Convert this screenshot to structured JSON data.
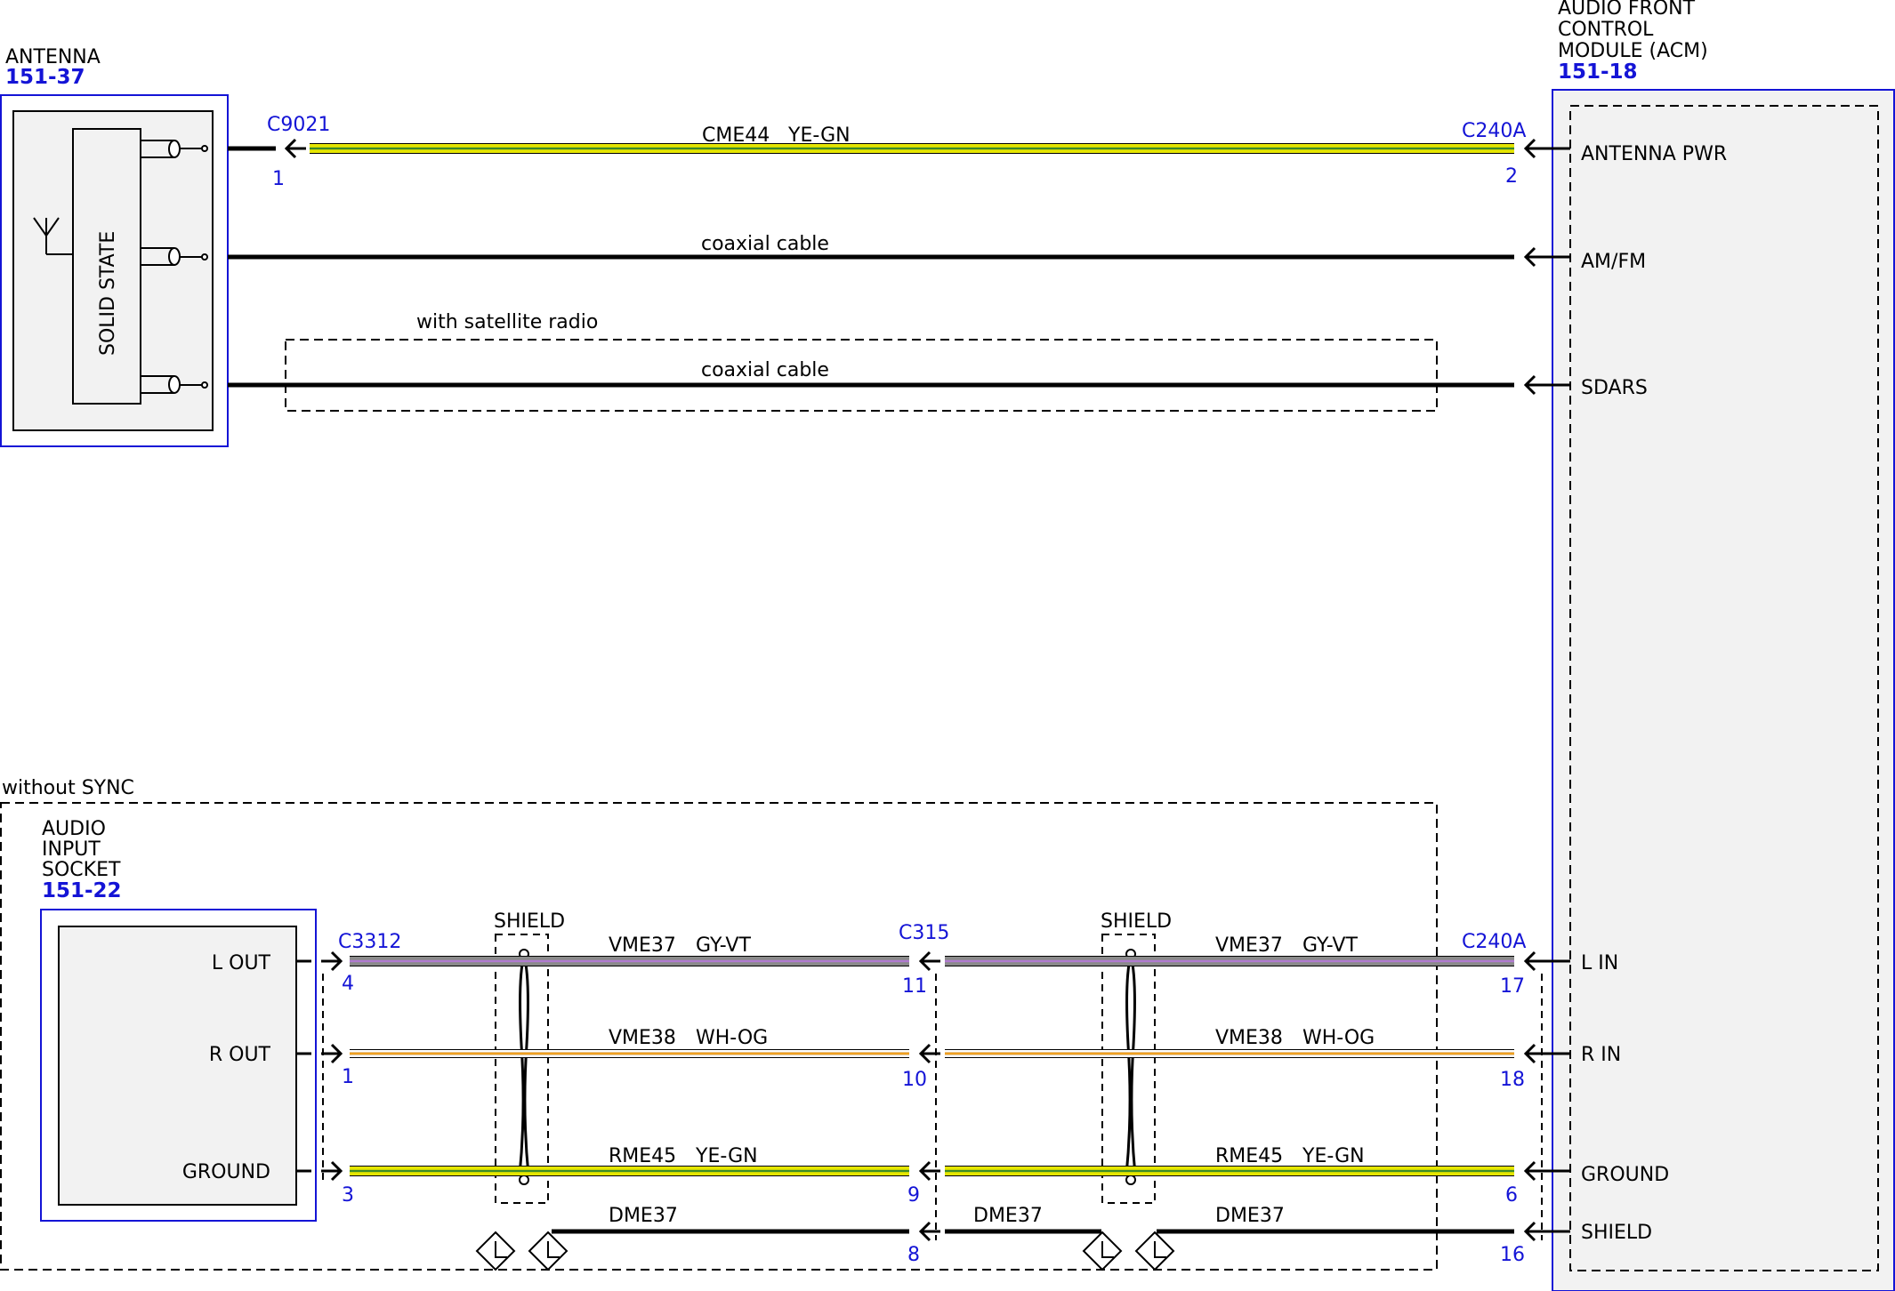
{
  "antenna": {
    "name": "ANTENNA",
    "ref": "151-37",
    "inner_label": "SOLID STATE"
  },
  "acm": {
    "name_lines": [
      "AUDIO FRONT",
      "CONTROL",
      "MODULE (ACM)"
    ],
    "ref": "151-18",
    "pins": {
      "antenna_pwr": "ANTENNA PWR",
      "am_fm": "AM/FM",
      "sdars": "SDARS",
      "l_in": "L IN",
      "r_in": "R IN",
      "ground": "GROUND",
      "shield": "SHIELD"
    }
  },
  "audio_input_socket": {
    "name_lines": [
      "AUDIO",
      "INPUT",
      "SOCKET"
    ],
    "ref": "151-22",
    "pins": {
      "l_out": "L OUT",
      "r_out": "R OUT",
      "ground": "GROUND"
    }
  },
  "options": {
    "with_satellite": "with satellite radio",
    "without_sync": "without SYNC"
  },
  "connectors": {
    "c9021": "C9021",
    "c240a": "C240A",
    "c3312": "C3312",
    "c315": "C315"
  },
  "pin_numbers": {
    "c9021_1": "1",
    "c240a_2": "2",
    "c3312_4": "4",
    "c3312_1": "1",
    "c3312_3": "3",
    "c315_11": "11",
    "c315_10": "10",
    "c315_9": "9",
    "c315_8": "8",
    "c240a_17": "17",
    "c240a_18": "18",
    "c240a_6": "6",
    "c240a_16": "16"
  },
  "circuits": {
    "cme44": "CME44",
    "vme37": "VME37",
    "vme38": "VME38",
    "rme45": "RME45",
    "dme37": "DME37",
    "coax": "coaxial cable"
  },
  "wire_colors": {
    "ye_gn": "YE-GN",
    "gy_vt": "GY-VT",
    "wh_og": "WH-OG"
  },
  "shield_label": "SHIELD",
  "colors": {
    "component_blue": "#1414d6",
    "yellow": "#e6e600",
    "green": "#3a8a2a",
    "gray": "#8a8a8a",
    "violet": "#b07ad0",
    "white": "#ffffff",
    "orange": "#f0a020",
    "black": "#000000"
  }
}
